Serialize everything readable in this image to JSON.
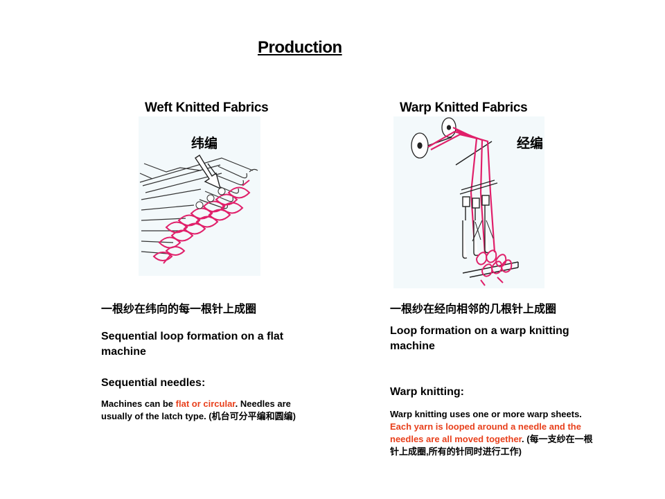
{
  "slide": {
    "title": "Production",
    "left": {
      "heading": "Weft Knitted Fabrics",
      "cn_label": "纬编",
      "cn_caption": "一根纱在纬向的每一根针上成圈",
      "caption": "Sequential loop formation on a flat machine",
      "sub_heading": "Sequential needles:",
      "body_part1": "Machines can be ",
      "body_red": "flat or circular",
      "body_part2": ". Needles are usually of the latch type. (机台可分平编和圆编)"
    },
    "right": {
      "heading": "Warp Knitted Fabrics",
      "cn_label": "经编",
      "cn_caption": "一根纱在经向相邻的几根针上成圈",
      "caption": "Loop formation on a warp knitting machine",
      "sub_heading": "Warp knitting:",
      "body_part1": "Warp knitting uses one or more warp sheets. ",
      "body_red": "Each yarn is looped around a needle and the needles are all moved together",
      "body_part2": ". (每一支纱在一根针上成圈,所有的针同时进行工作)"
    }
  },
  "colors": {
    "accent_red": "#e8401c",
    "yarn_pink": "#e0206a",
    "panel_bg": "#f3f9fb"
  }
}
